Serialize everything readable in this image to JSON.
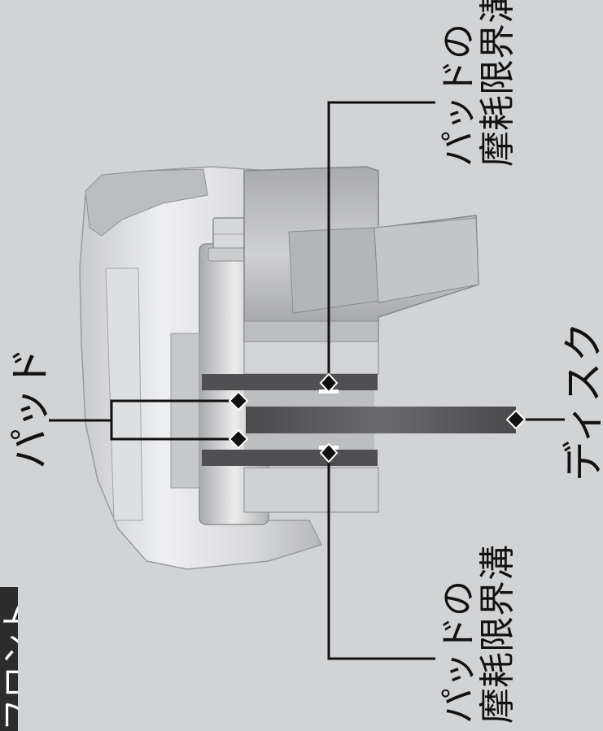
{
  "labels": {
    "wear_groove_top_line1": "パッドの",
    "wear_groove_top_line2": "摩耗限界溝",
    "wear_groove_bottom_line1": "パッドの",
    "wear_groove_bottom_line2": "摩耗限界溝",
    "pad": "パッド",
    "disc": "ディスク"
  },
  "section_tab": {
    "text": "フロント"
  },
  "colors": {
    "background": "#d2d3d5",
    "caliper_light": "#e6e7e9",
    "caliper_mid": "#bfc0c2",
    "caliper_dark": "#8e8f92",
    "pad": "#4e4e50",
    "disc": "#5a5a5c",
    "leader": "#111111"
  }
}
